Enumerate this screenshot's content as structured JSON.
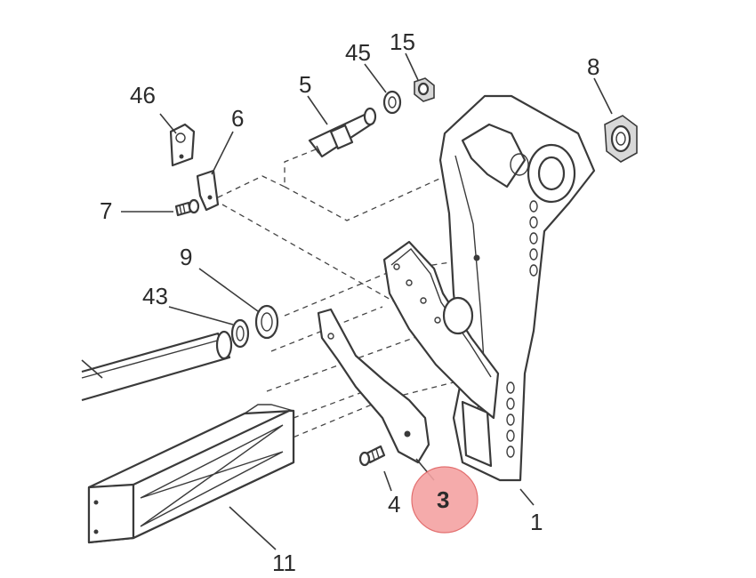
{
  "diagram": {
    "highlight_color": "#f4a3a3",
    "highlight_stroke": "#e06060",
    "labels": [
      {
        "id": "1",
        "text": "1"
      },
      {
        "id": "3",
        "text": "3"
      },
      {
        "id": "4",
        "text": "4"
      },
      {
        "id": "5",
        "text": "5"
      },
      {
        "id": "6",
        "text": "6"
      },
      {
        "id": "7",
        "text": "7"
      },
      {
        "id": "8",
        "text": "8"
      },
      {
        "id": "9",
        "text": "9"
      },
      {
        "id": "11",
        "text": "11"
      },
      {
        "id": "15",
        "text": "15"
      },
      {
        "id": "43",
        "text": "43"
      },
      {
        "id": "45",
        "text": "45"
      },
      {
        "id": "46",
        "text": "46"
      }
    ],
    "highlighted_part": "3"
  }
}
